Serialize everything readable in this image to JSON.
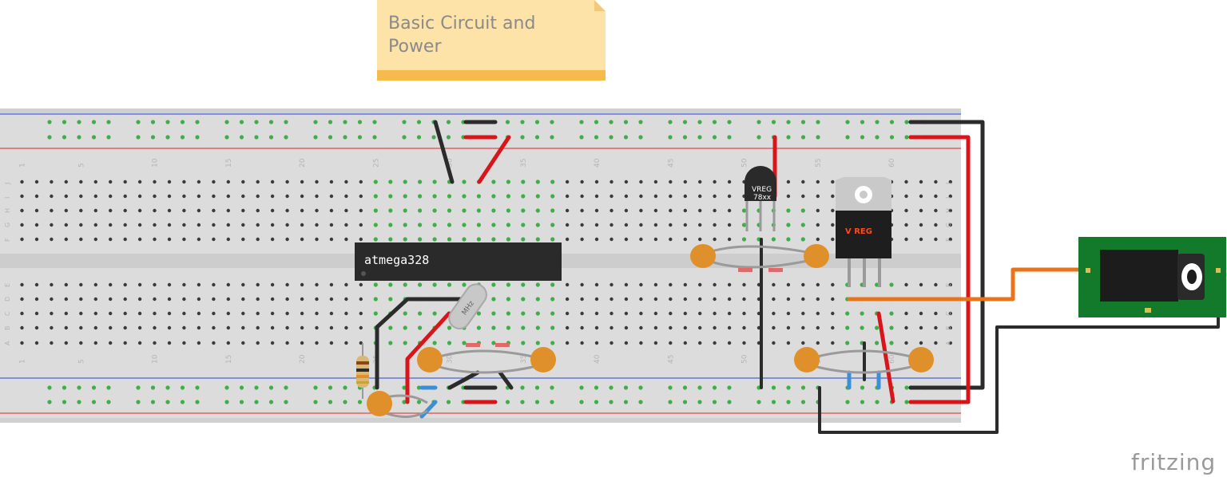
{
  "note": {
    "title_line1": "Basic Circuit and",
    "title_line2": "Power"
  },
  "breadboard": {
    "column_numbers": [
      "1",
      "5",
      "10",
      "15",
      "20",
      "25",
      "30",
      "35",
      "40",
      "45",
      "50",
      "55",
      "60"
    ],
    "row_letters_top": [
      "J",
      "I",
      "H",
      "G",
      "F"
    ],
    "row_letters_bottom": [
      "E",
      "D",
      "C",
      "B",
      "A"
    ]
  },
  "chip": {
    "label": "atmega328"
  },
  "crystal": {
    "label": "MHz"
  },
  "small_regulator": {
    "line1": "VREG",
    "line2": "78xx"
  },
  "large_regulator": {
    "label": "V REG"
  },
  "branding": {
    "logo_text": "fritzing"
  },
  "colors": {
    "wire_red": "#d8151a",
    "wire_black": "#2b2b2b",
    "wire_orange": "#e8731a",
    "wire_blue": "#3b8fd8",
    "capacitor": "#e0902a",
    "pcb_green": "#137a2b",
    "note_fill": "#fde3a8",
    "note_bar": "#f7bb4d",
    "hole_active": "#3fae49"
  }
}
